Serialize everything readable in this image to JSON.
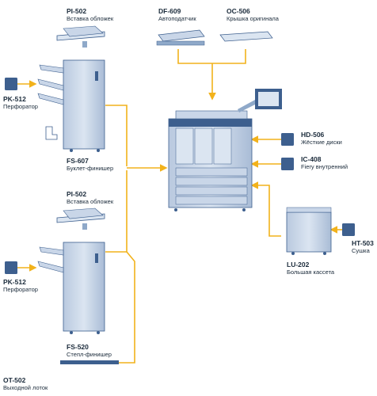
{
  "colors": {
    "connector": "#f2b21b",
    "device_blue": "#3d5f8e",
    "device_light": "#c9d6e8",
    "device_mid": "#8fa9c9",
    "text": "#1a2a3a"
  },
  "components": [
    {
      "id": "pi502_top",
      "code": "PI-502",
      "name": "Вставка обложек"
    },
    {
      "id": "df609",
      "code": "DF-609",
      "name": "Автоподатчик"
    },
    {
      "id": "oc506",
      "code": "OC-506",
      "name": "Крышка оригинала"
    },
    {
      "id": "pk512_top",
      "code": "PK-512",
      "name": "Перфоратор"
    },
    {
      "id": "fs607",
      "code": "FS-607",
      "name": "Буклет-финишер"
    },
    {
      "id": "hd506",
      "code": "HD-506",
      "name": "Жёсткие диски"
    },
    {
      "id": "ic408",
      "code": "IC-408",
      "name": "Fiery внутренний"
    },
    {
      "id": "pi502_bottom",
      "code": "PI-502",
      "name": "Вставка обложек"
    },
    {
      "id": "pk512_bottom",
      "code": "PK-512",
      "name": "Перфоратор"
    },
    {
      "id": "lu202",
      "code": "LU-202",
      "name": "Большая кассета"
    },
    {
      "id": "ht503",
      "code": "HT-503",
      "name": "Сушка"
    },
    {
      "id": "fs520",
      "code": "FS-520",
      "name": "Степл-финишер"
    },
    {
      "id": "ot502",
      "code": "OT-502",
      "name": "Выходной лоток"
    }
  ]
}
